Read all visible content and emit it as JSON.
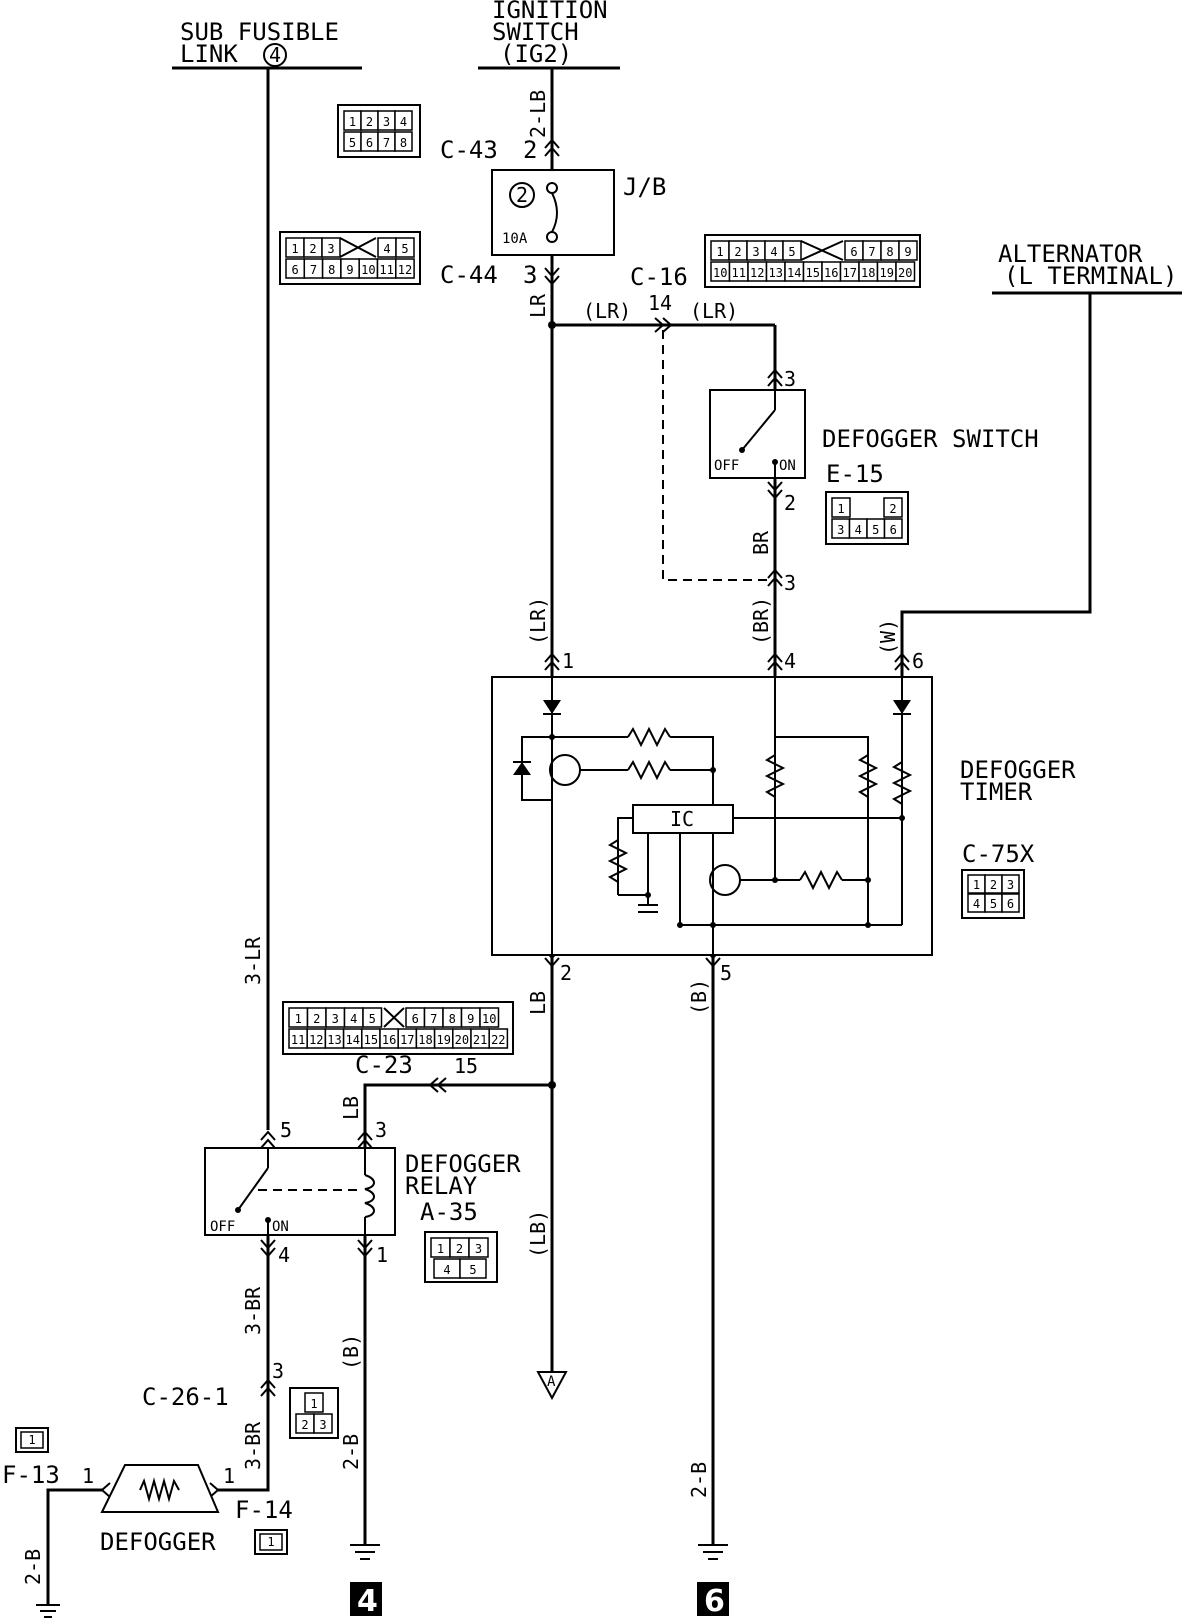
{
  "diagram": {
    "labels": {
      "sub_fusible_link_l1": "SUB FUSIBLE",
      "sub_fusible_link_l2": "LINK",
      "sub_fusible_link_num": "4",
      "ignition_l1": "IGNITION",
      "ignition_l2": "SWITCH",
      "ignition_l3": "(IG2)",
      "alternator_l1": "ALTERNATOR",
      "alternator_l2": "(L TERMINAL)",
      "jb": "J/B",
      "fuse_num": "2",
      "fuse_amp": "10A",
      "c43": "C-43",
      "c44": "C-44",
      "c16": "C-16",
      "c23": "C-23",
      "c26": "C-26-1",
      "defogger_switch": "DEFOGGER SWITCH",
      "e15": "E-15",
      "defogger_timer_l1": "DEFOGGER",
      "defogger_timer_l2": "TIMER",
      "c75x": "C-75X",
      "ic": "IC",
      "defogger_relay_l1": "DEFOGGER",
      "defogger_relay_l2": "RELAY",
      "a35": "A-35",
      "f13": "F-13",
      "f14": "F-14",
      "defogger": "DEFOGGER",
      "off": "OFF",
      "on": "ON",
      "ground_a": "A",
      "badge_4": "4",
      "badge_6": "6"
    },
    "wires": {
      "w_2lb": "2-LB",
      "w_lr": "LR",
      "w_lr_p": "(LR)",
      "w_br": "BR",
      "w_br_p": "(BR)",
      "w_w_p": "(W)",
      "w_lb": "LB",
      "w_b_p": "(B)",
      "w_3lr": "3-LR",
      "w_lb_p": "(LB)",
      "w_3br": "3-BR",
      "w_2b": "2-B"
    },
    "pins": {
      "p2": "2",
      "p3": "3",
      "p14": "14",
      "p1": "1",
      "p4": "4",
      "p6": "6",
      "p5": "5",
      "p15": "15"
    },
    "connectors": {
      "c43_pins": [
        "1",
        "2",
        "3",
        "4",
        "5",
        "6",
        "7",
        "8"
      ],
      "c44_pins_top": [
        "1",
        "2",
        "3",
        "4",
        "5"
      ],
      "c44_pins_bot": [
        "6",
        "7",
        "8",
        "9",
        "10",
        "11",
        "12"
      ],
      "c16_pins_top": [
        "1",
        "2",
        "3",
        "4",
        "5",
        "6",
        "7",
        "8",
        "9"
      ],
      "c16_pins_bot": [
        "10",
        "11",
        "12",
        "13",
        "14",
        "15",
        "16",
        "17",
        "18",
        "19",
        "20"
      ],
      "e15_pins_top": [
        "1",
        "2"
      ],
      "e15_pins_bot": [
        "3",
        "4",
        "5",
        "6"
      ],
      "c75x_pins": [
        "1",
        "2",
        "3",
        "4",
        "5",
        "6"
      ],
      "c23_pins_top": [
        "1",
        "2",
        "3",
        "4",
        "5",
        "6",
        "7",
        "8",
        "9",
        "10"
      ],
      "c23_pins_bot": [
        "11",
        "12",
        "13",
        "14",
        "15",
        "16",
        "17",
        "18",
        "19",
        "20",
        "21",
        "22"
      ],
      "a35_pins_top": [
        "1",
        "2",
        "3"
      ],
      "a35_pins_bot": [
        "4",
        "5"
      ],
      "c26_pins": [
        "1",
        "2",
        "3"
      ],
      "f13_pin": "1",
      "f14_pin": "1"
    }
  }
}
